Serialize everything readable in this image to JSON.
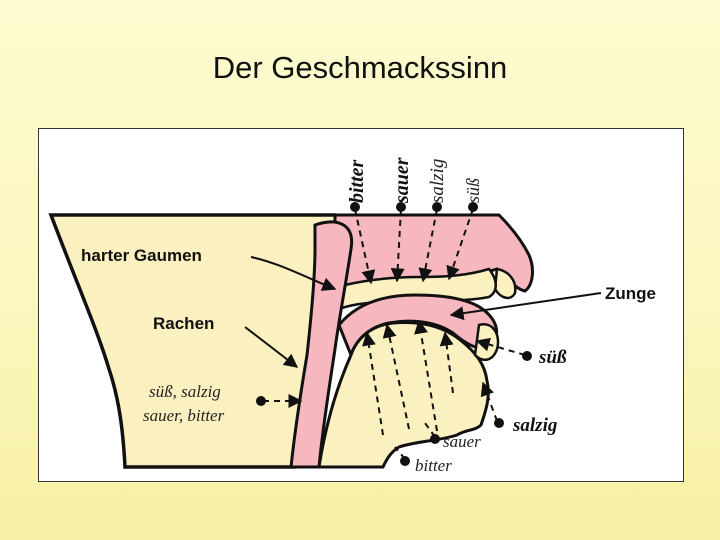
{
  "slide": {
    "title": "Der Geschmackssinn"
  },
  "diagram": {
    "labels": {
      "hard_palate": "harter Gaumen",
      "pharynx": "Rachen",
      "tongue": "Zunge"
    },
    "top_tastes": {
      "bitter": "bitter",
      "sauer": "sauer",
      "salzig": "salzig",
      "suess": "süß"
    },
    "right_tastes": {
      "suess": "süß",
      "salzig": "salzig",
      "sauer": "sauer",
      "bitter": "bitter"
    },
    "pharynx_tastes": {
      "line1": "süß, salzig",
      "line2": "sauer, bitter"
    },
    "colors": {
      "skin": "#fbf0bf",
      "mucosa": "#f7b7bf",
      "outline": "#111111"
    }
  }
}
